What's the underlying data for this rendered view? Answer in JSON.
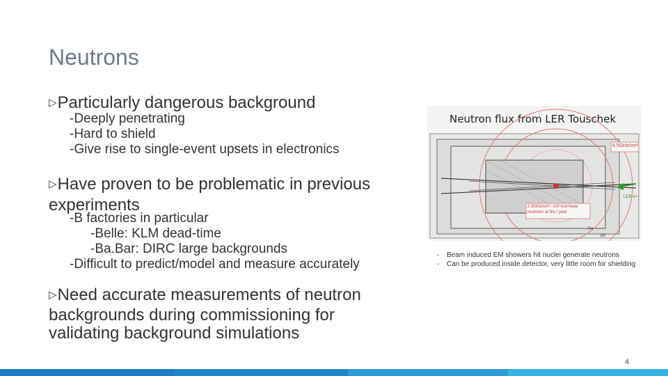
{
  "slide": {
    "title": "Neutrons",
    "bullets": [
      {
        "marker": "▷",
        "text": "Particularly dangerous background",
        "subs": [
          "-Deeply penetrating",
          "-Hard to shield",
          "-Give rise to single-event upsets in electronics"
        ]
      },
      {
        "marker": "▷",
        "text_line1": "Have proven to be problematic in previous",
        "text_line2": "experiments",
        "subs": [
          "-B factories in particular",
          "-Belle: KLM dead-time",
          "-Ba.Bar: DIRC large backgrounds",
          "-Difficult to predict/model and measure accurately"
        ]
      },
      {
        "marker": "▷",
        "text_line1": "Need accurate measurements of neutron",
        "text_line2": "backgrounds during commissioning for",
        "text_line3": "validating background simulations"
      }
    ],
    "figure": {
      "title": "Neutron flux from LER Touschek",
      "labels": {
        "top_right": "6.5GHz/cm²",
        "middle": "2.3GHz/cm² ~10¹¹/cm²/year",
        "middle2": "neutrons at 5m / year",
        "ler": "LER e+",
        "scale1": "7m",
        "scale2": "3m"
      }
    },
    "notes": [
      {
        "dash": "-",
        "text": "Beam induced EM showers hit nuclei generate neutrons"
      },
      {
        "dash": "-",
        "text": "Can be produced inside detector, very little room for shielding"
      }
    ],
    "page_number": "4"
  },
  "colors": {
    "title": "#6d7b8d",
    "footer": [
      "#1a7bc7",
      "#1a7bc7",
      "#2e9bd6",
      "#35b3e0"
    ]
  }
}
